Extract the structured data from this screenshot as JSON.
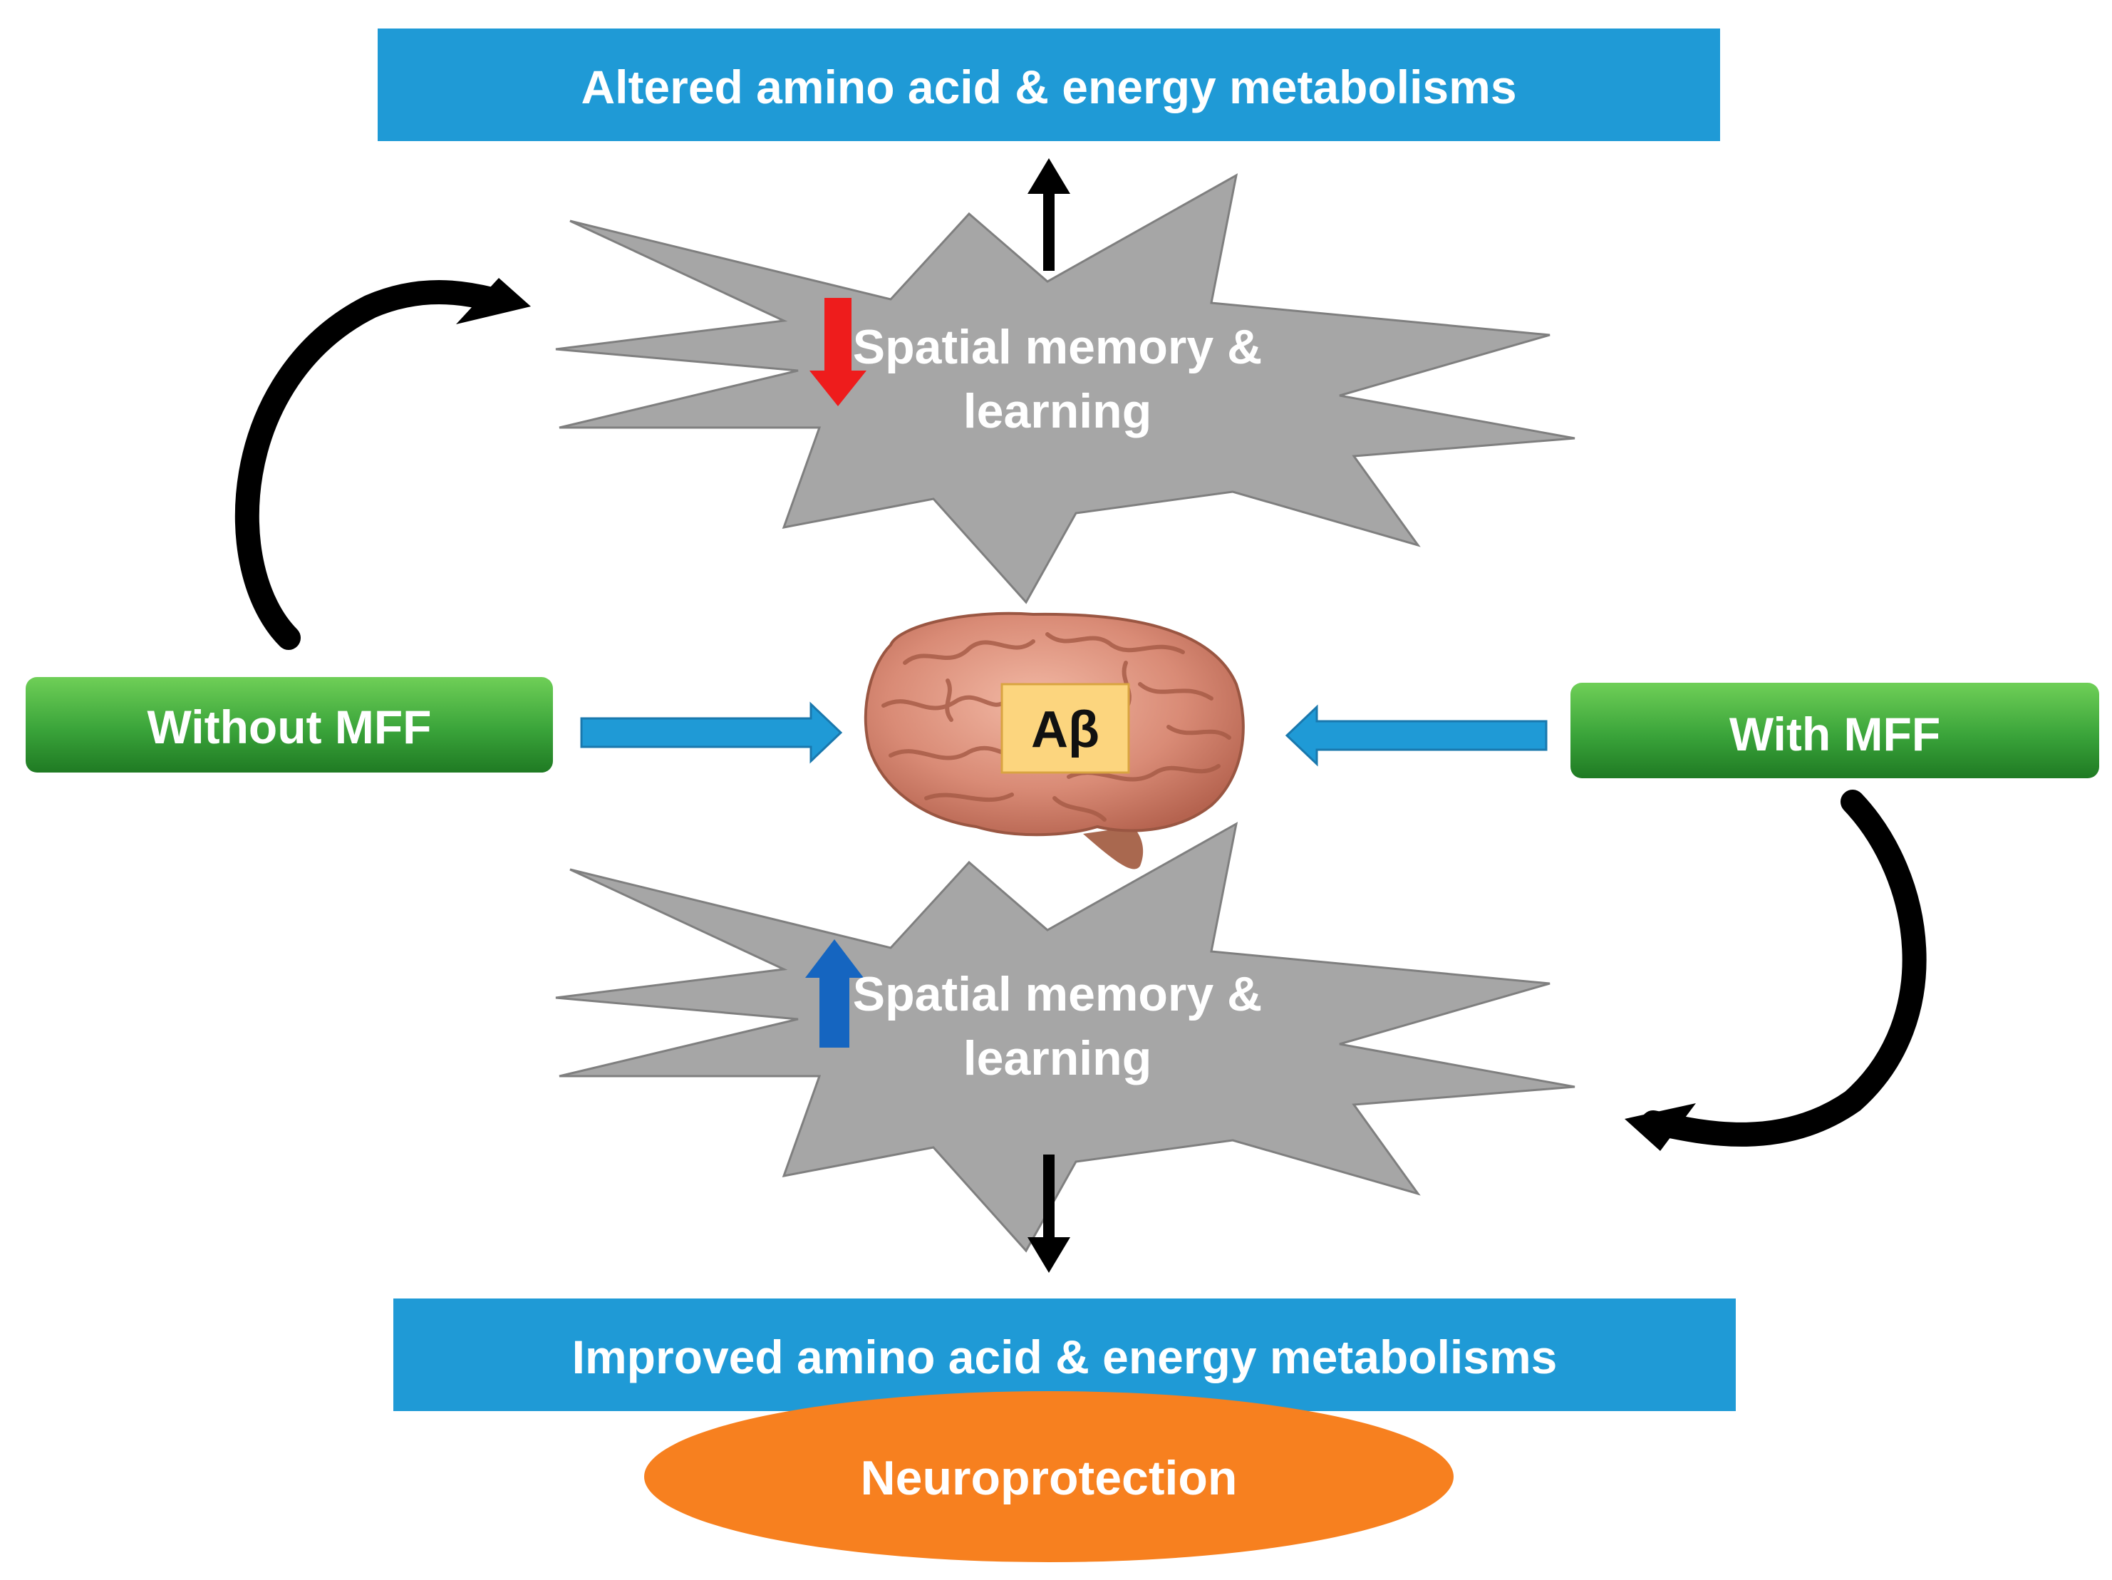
{
  "top_box": {
    "label": "Altered amino acid & energy metabolisms"
  },
  "bottom_box": {
    "label": "Improved amino acid & energy metabolisms"
  },
  "outcome": {
    "label": "Neuroprotection"
  },
  "left_condition": {
    "label": "Without MFF"
  },
  "right_condition": {
    "label": "With MFF"
  },
  "upper_burst": {
    "line1": "Spatial memory &",
    "line2": "learning",
    "indicator": "down-arrow-red"
  },
  "lower_burst": {
    "line1": "Spatial memory &",
    "line2": "learning",
    "indicator": "up-arrow-blue"
  },
  "brain": {
    "label": "Aβ",
    "icon": "brain-icon"
  },
  "colors": {
    "box_blue": "#1f9ad6",
    "green_top": "#5cc24a",
    "green_bottom": "#2e8b2e",
    "burst_gray": "#a6a6a6",
    "orange": "#f7801f",
    "red_arrow": "#ee1c1c",
    "blue_arrow": "#1565c0",
    "label_yellow": "#fcd57e"
  }
}
